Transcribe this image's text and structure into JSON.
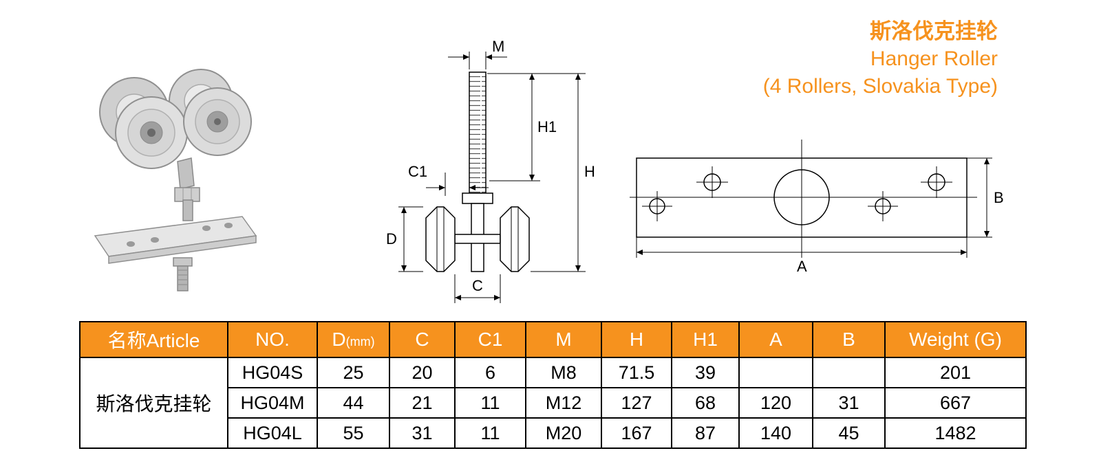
{
  "title": {
    "zh": "斯洛伐克挂轮",
    "en1": "Hanger Roller",
    "en2": "(4 Rollers, Slovakia Type)"
  },
  "colors": {
    "accent_orange": "#F6921E",
    "header_text": "#FFFFFF",
    "line_black": "#000000"
  },
  "diagrams": {
    "side_view": {
      "m": "M",
      "h1": "H1",
      "h": "H",
      "c1": "C1",
      "d": "D",
      "c": "C"
    },
    "top_view": {
      "a": "A",
      "b": "B"
    }
  },
  "table": {
    "headers": {
      "article": "名称Article",
      "no": "NO.",
      "d_main": "D",
      "d_unit": "(mm)",
      "c": "C",
      "c1": "C1",
      "m": "M",
      "h": "H",
      "h1": "H1",
      "a": "A",
      "b": "B",
      "weight": "Weight (G)"
    },
    "article_name": "斯洛伐克挂轮",
    "rows": [
      {
        "no": "HG04S",
        "d": "25",
        "c": "20",
        "c1": "6",
        "m": "M8",
        "h": "71.5",
        "h1": "39",
        "a": "",
        "b": "",
        "weight": "201"
      },
      {
        "no": "HG04M",
        "d": "44",
        "c": "21",
        "c1": "11",
        "m": "M12",
        "h": "127",
        "h1": "68",
        "a": "120",
        "b": "31",
        "weight": "667"
      },
      {
        "no": "HG04L",
        "d": "55",
        "c": "31",
        "c1": "11",
        "m": "M20",
        "h": "167",
        "h1": "87",
        "a": "140",
        "b": "45",
        "weight": "1482"
      }
    ]
  }
}
